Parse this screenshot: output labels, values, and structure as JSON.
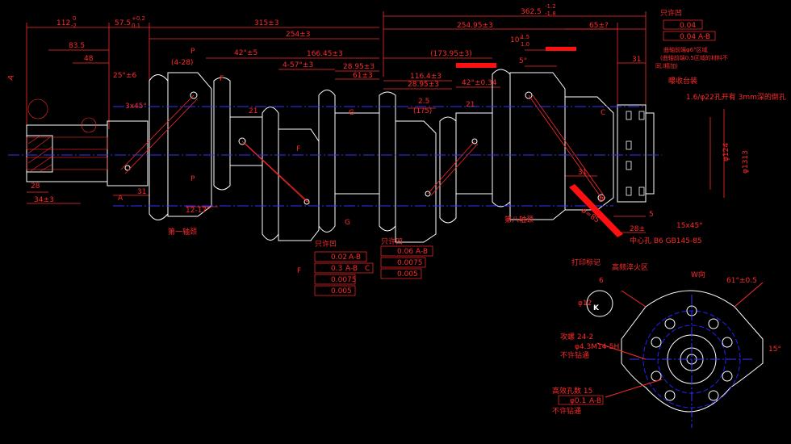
{
  "drawing": {
    "background": "#000000",
    "line_red": "#ff2a2a",
    "line_white": "#ffffff",
    "line_blue": "#2222ff",
    "line_green": "#00ff66",
    "dims_top": {
      "d112": "112",
      "d112_tol_top": "0",
      "d112_tol_bot": "-2",
      "d57": "57.5",
      "d57_tol_top": "+0.2",
      "d57_tol_bot": "0.1",
      "d315": "315±3",
      "d254": "254±3",
      "d362": "362.5",
      "d362_tol_top": "-1.2",
      "d362_tol_bot": "-1.8",
      "d25495": "254.95±3",
      "d65": "65±?",
      "d83": "83.5",
      "d48": "48",
      "d25": "25°±6",
      "d42a": "42°±5",
      "d16645": "166.45±3",
      "d457": "4-57°±3",
      "d2895a": "28.95±3",
      "d61": "61±3",
      "d17395": "(173.95±3)",
      "d10": "10°",
      "d15a": "1.5",
      "d10b": "1.0",
      "d5": "5°",
      "d31": "31",
      "d1164": "116.4±3",
      "d2895b": "28.95±3",
      "d42b": "42°±0.34",
      "d25b": "2.5",
      "d17": "(1?5)",
      "d21a": "21",
      "d21b": "21",
      "d3x45": "3x45°",
      "d428": "(4-28)",
      "d1217": "12-17°",
      "d28": "28",
      "d34": "34±3",
      "d31b": "31",
      "d31c": "31",
      "d15x45": "15x45°",
      "d28b": "28±",
      "d5b": "5"
    },
    "labels": {
      "only_permit_top": "只许凹",
      "fcf1_a": "0.04",
      "fcf1_b": "0.04",
      "fcf1_ref": "A-B",
      "note1": "曲轴前端φ6°区域",
      "note2": "(曲轴前端0.5区域的材料不",
      "note3": "同,l精加)",
      "zero_mark": "曝收台装",
      "hole_note": "1.6/φ22孔开有 3mm深的倒孔",
      "main_journal": "第一轴颈",
      "eighth_journal": "第八轴颈",
      "center_hole": "中心孔 B6 GB145-85",
      "only_permit_2": "只许凹",
      "only_permit_3": "只许凹",
      "fcf2": [
        "0.02",
        "A-B",
        "0.3",
        "A-B",
        "C",
        "0.0075",
        "0.005"
      ],
      "fcf3": [
        "0.06",
        "A-B",
        "0.0075",
        "0.005"
      ],
      "mark_P1": "P",
      "mark_P2": "P",
      "mark_F1": "F",
      "mark_F2": "F",
      "mark_F3": "F",
      "mark_G1": "G",
      "mark_G2": "G",
      "mark_A": "A",
      "mark_B": "B",
      "mark_C": "C",
      "mark_K": "K",
      "hit_mark": "打印标记",
      "induction": "高频淬火区",
      "w_view": "W向",
      "d_61": "61°±0.5",
      "d_ang15": "15°",
      "d12": "φ12",
      "d6": "6",
      "tap_thread": "攻螺 24-2",
      "d_m14": "φ4.3M14-5H",
      "no_drill": "不许钻通",
      "high_tap": "高效孔数 15",
      "d_01": "φ0.1",
      "no_drill_2": "不许钻通",
      "ab": "A-B",
      "d_124": "φ124",
      "d_1313": "φ1313",
      "d_185": "ø=85"
    }
  }
}
